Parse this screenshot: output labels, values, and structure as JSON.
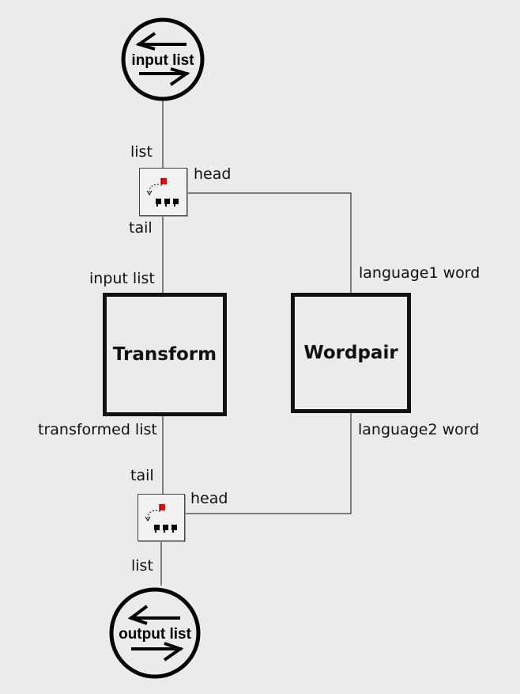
{
  "ports": {
    "input": {
      "title": "input list"
    },
    "output": {
      "title": "output list"
    }
  },
  "nodes": {
    "head_tail_top": {
      "icon": "list-split-icon",
      "list_label": "list",
      "head_label": "head",
      "tail_label": "tail"
    },
    "head_tail_bottom": {
      "icon": "list-join-icon",
      "list_label": "list",
      "head_label": "head",
      "tail_label": "tail"
    }
  },
  "blocks": {
    "transform": {
      "title": "Transform",
      "input_label": "input list",
      "output_label": "transformed list"
    },
    "wordpair": {
      "title": "Wordpair",
      "input_label": "language1 word",
      "output_label": "language2 word"
    }
  },
  "colors": {
    "background": "#ebebeb",
    "stroke": "#111111",
    "flag": "#ff0000"
  }
}
